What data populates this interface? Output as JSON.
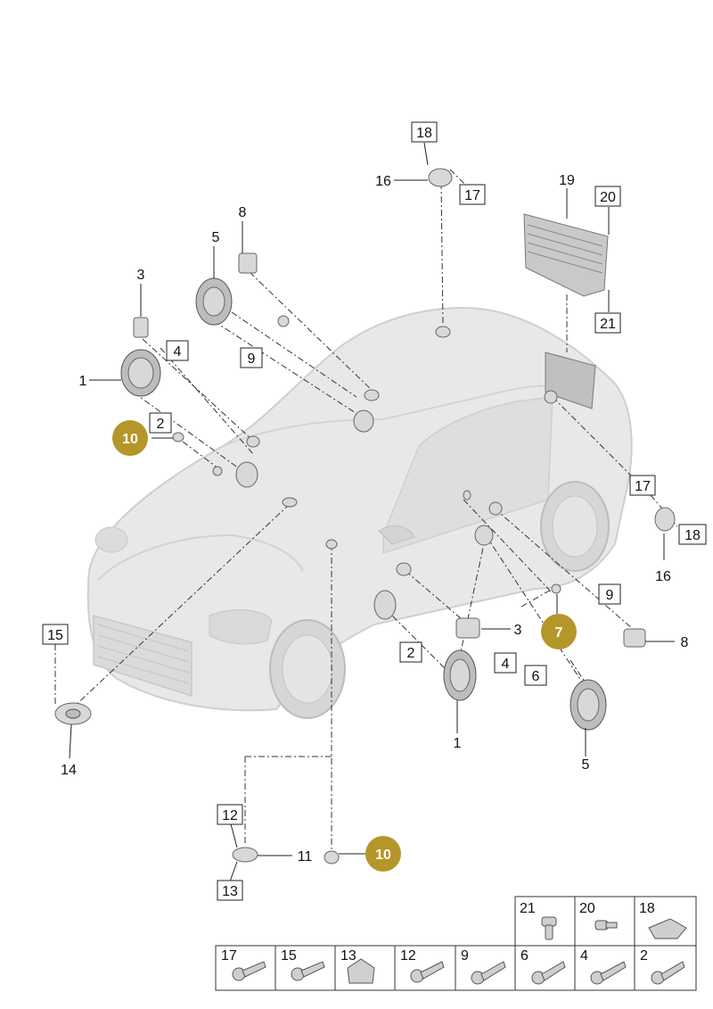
{
  "labels": {
    "l1_left": "1",
    "l3_left": "3",
    "l5_top": "5",
    "l8_top": "8",
    "l16_top": "16",
    "l19": "19",
    "l16_right": "16",
    "l8_right": "8",
    "l3_mid": "3",
    "l1_bottom": "1",
    "l5_bottom": "5",
    "l14": "14",
    "l11": "11"
  },
  "boxes": {
    "b18_top": "18",
    "b17_top": "17",
    "b20": "20",
    "b21": "21",
    "b4_left": "4",
    "b9_left": "9",
    "b2_left": "2",
    "b17_right": "17",
    "b18_right": "18",
    "b9_right": "9",
    "b4_mid": "4",
    "b2_mid": "2",
    "b6": "6",
    "b15": "15",
    "b12": "12",
    "b13": "13"
  },
  "badges": {
    "badge10_left": "10",
    "badge7": "7",
    "badge10_bottom": "10"
  },
  "legend": {
    "top_row": [
      "21",
      "20",
      "18"
    ],
    "bottom_row": [
      "17",
      "15",
      "13",
      "12",
      "9",
      "6",
      "4",
      "2"
    ]
  },
  "colors": {
    "badge": "#b5962a",
    "car_body": "#e6e6e6",
    "line": "#222222"
  }
}
